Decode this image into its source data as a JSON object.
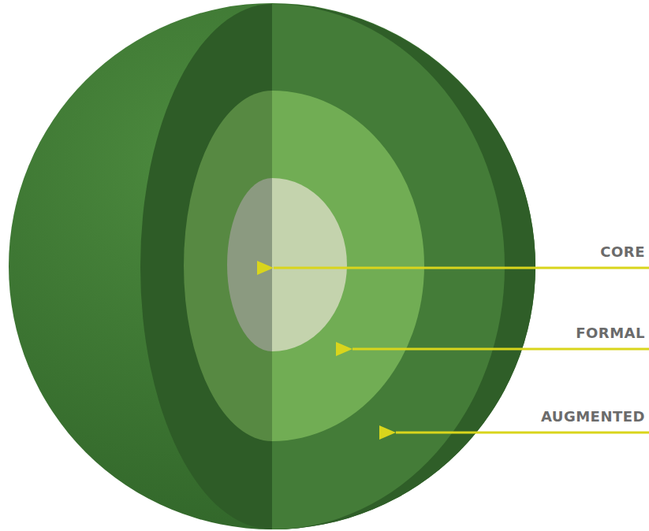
{
  "diagram": {
    "labels": [
      "CORE",
      "FORMAL",
      "AUGMENTED"
    ]
  }
}
